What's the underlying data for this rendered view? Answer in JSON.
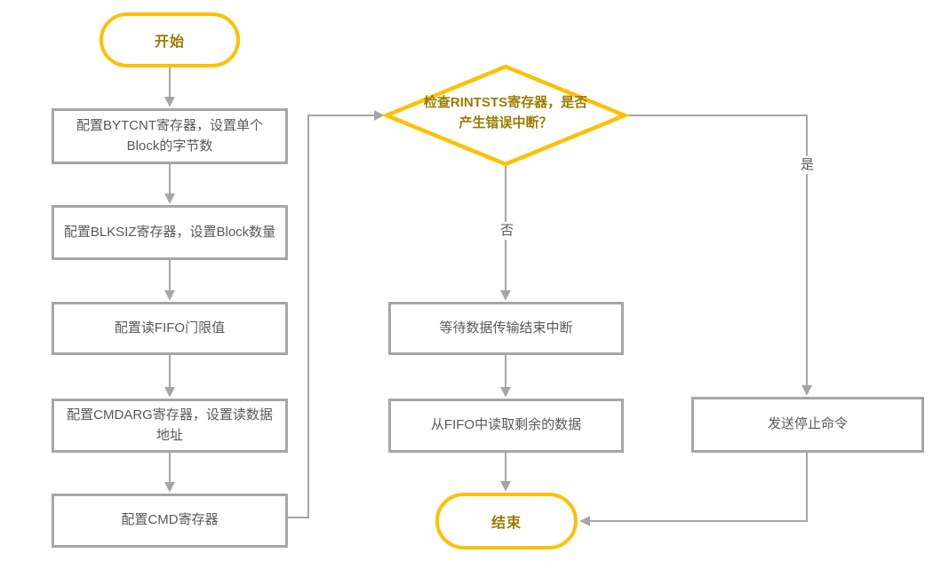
{
  "palette": {
    "accent_yellow": "#FFC000",
    "accent_gold_text": "#9C7A00",
    "line_gray": "#A6A6A6",
    "box_border_gray": "#A6A6A6",
    "box_text_gray": "#595959",
    "background": "#FFFFFF"
  },
  "flow": {
    "start": {
      "label": "开始"
    },
    "steps": [
      {
        "label": "配置BYTCNT寄存器，设置单个Block的字节数"
      },
      {
        "label": "配置BLKSIZ寄存器，设置Block数量"
      },
      {
        "label": "配置读FIFO门限值"
      },
      {
        "label": "配置CMDARG寄存器，设置读数据地址"
      },
      {
        "label": "配置CMD寄存器"
      }
    ],
    "decision": {
      "line1": "检查RINTSTS寄存器，是否",
      "line2": "产生错误中断？"
    },
    "no_branch": {
      "label": "否",
      "steps": [
        {
          "label": "等待数据传输结束中断"
        },
        {
          "label": "从FIFO中读取剩余的数据"
        }
      ]
    },
    "yes_branch": {
      "label": "是",
      "steps": [
        {
          "label": "发送停止命令"
        }
      ]
    },
    "end": {
      "label": "结束"
    }
  }
}
